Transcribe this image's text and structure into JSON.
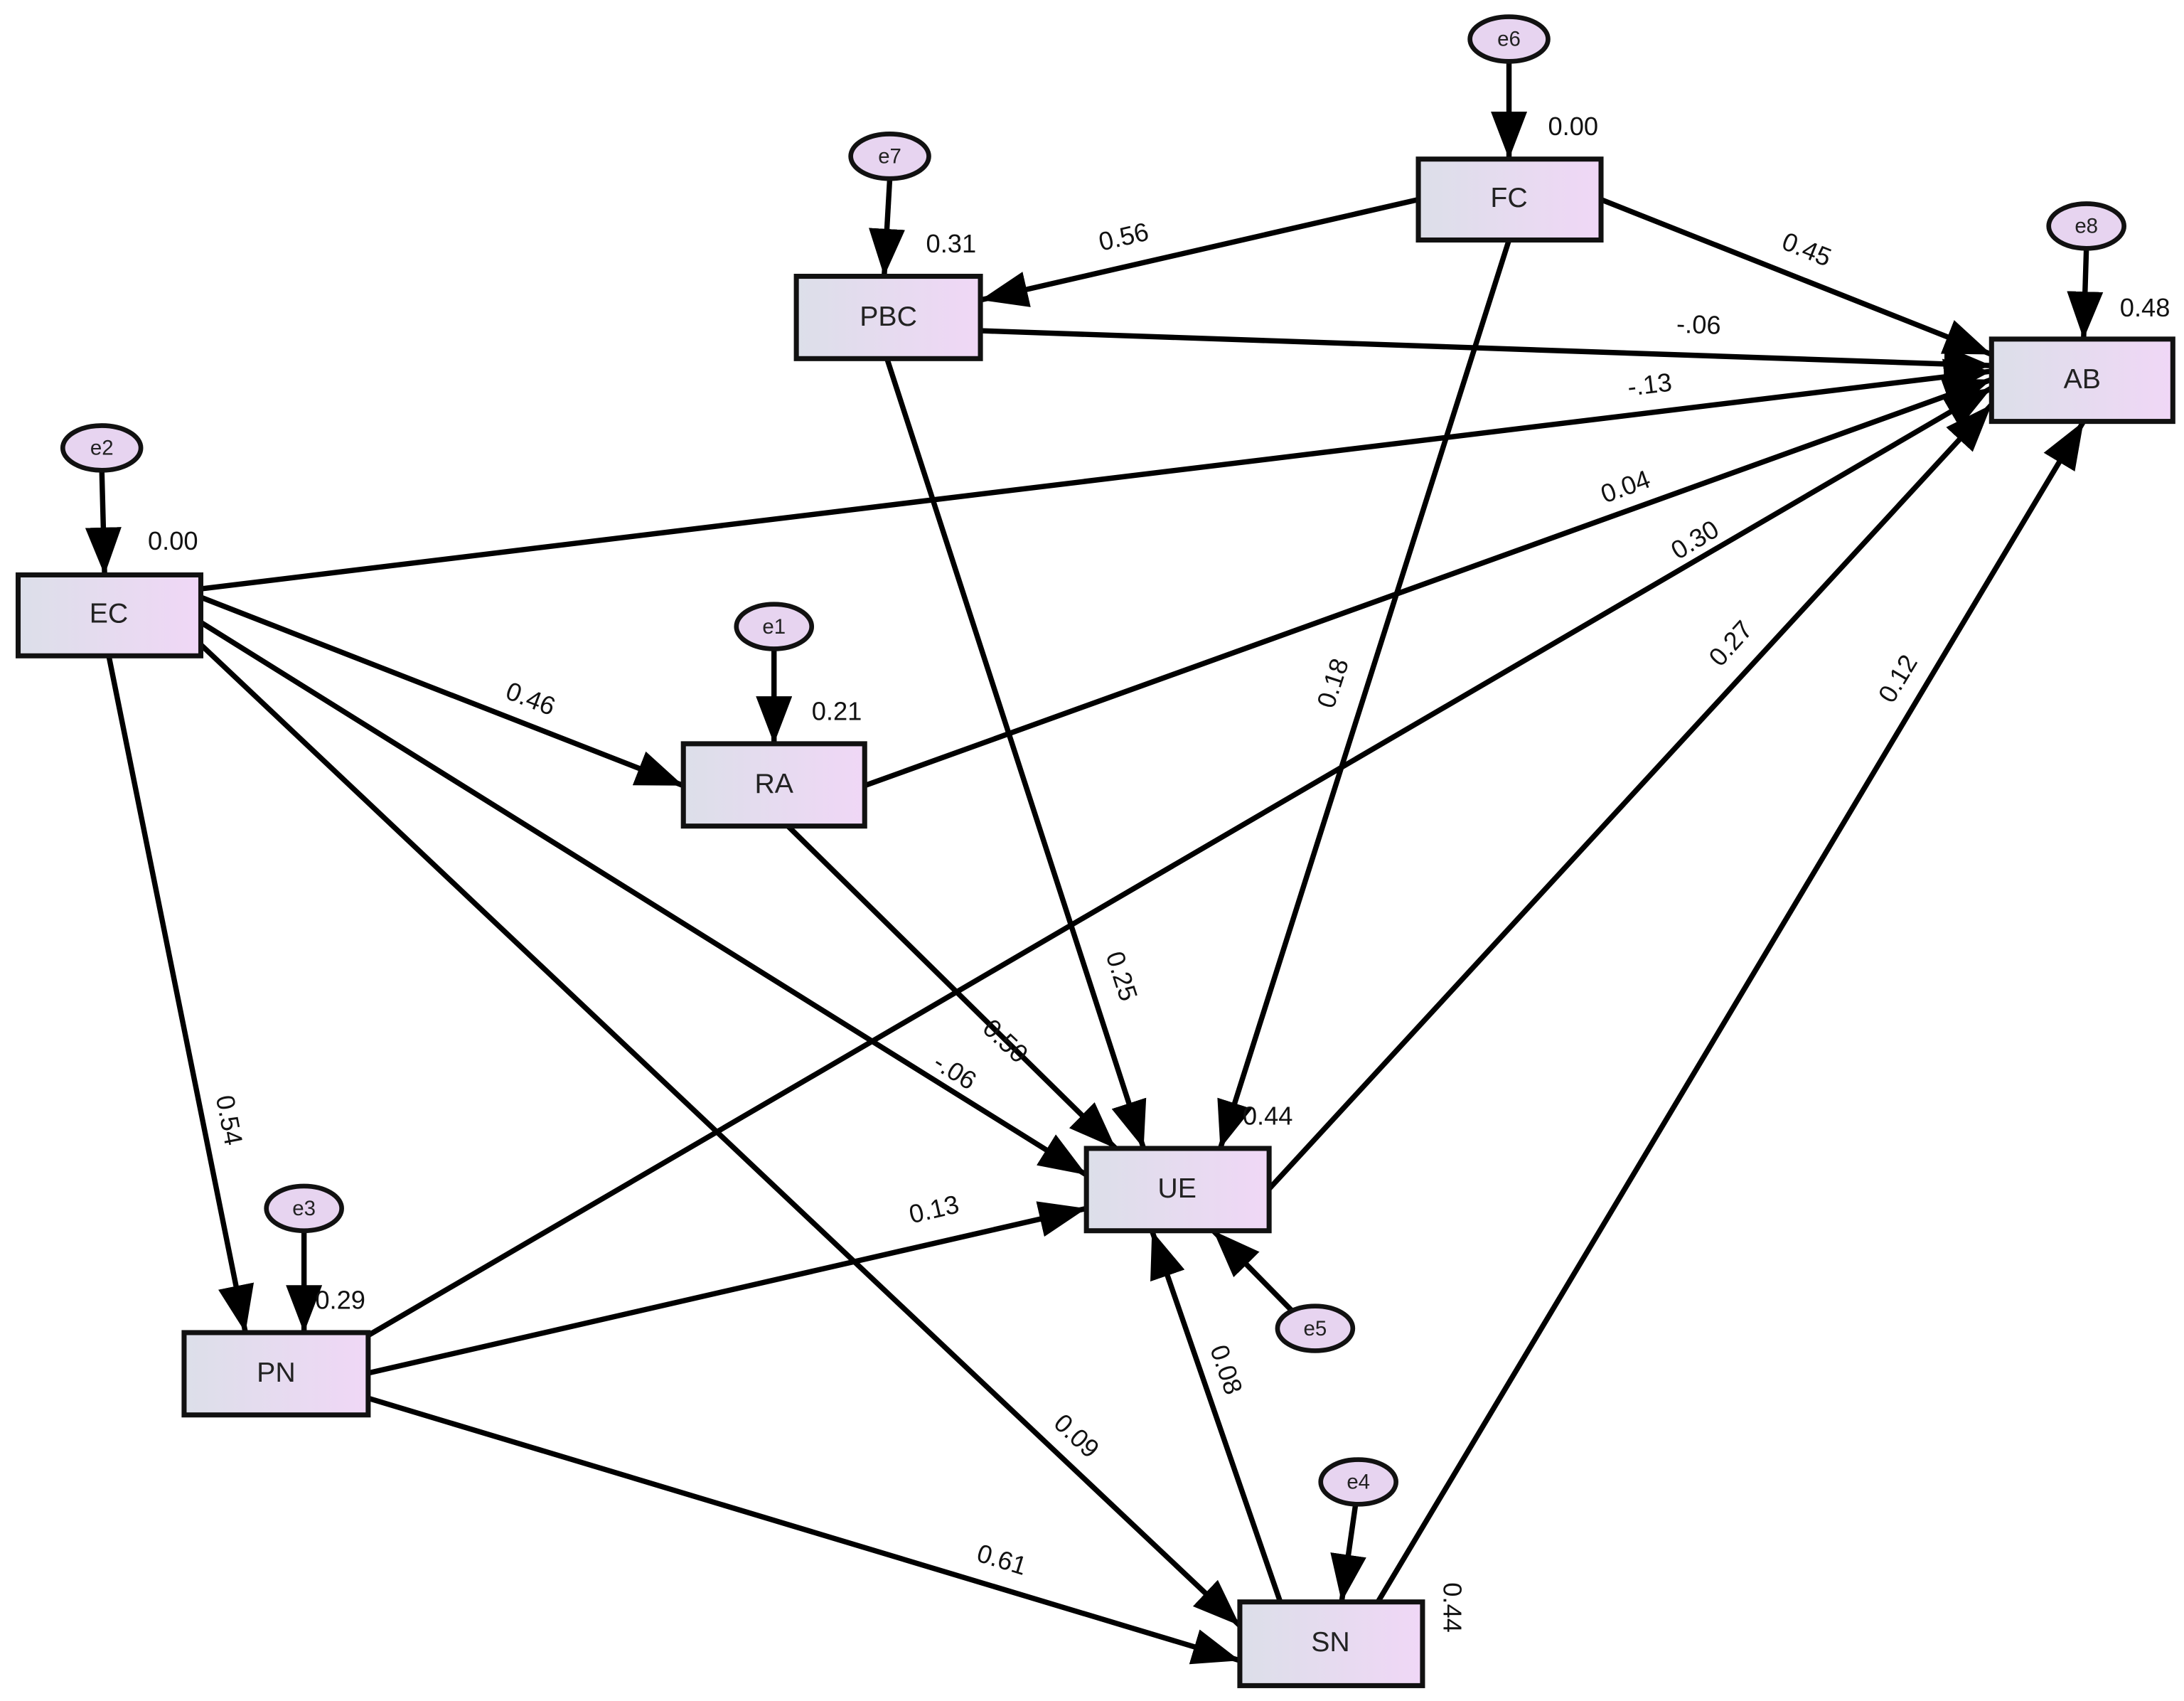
{
  "colors": {
    "background": "#ffffff",
    "stroke": "#000000",
    "node_fill_left": "#dcdfe9",
    "node_fill_right": "#f0d7f6",
    "error_fill": "#e7d4f0"
  },
  "nodes": {
    "FC": {
      "label": "FC",
      "r2": "0.00",
      "error": "e6"
    },
    "PBC": {
      "label": "PBC",
      "r2": "0.31",
      "error": "e7"
    },
    "AB": {
      "label": "AB",
      "r2": "0.48",
      "error": "e8"
    },
    "EC": {
      "label": "EC",
      "r2": "0.00",
      "error": "e2"
    },
    "RA": {
      "label": "RA",
      "r2": "0.21",
      "error": "e1"
    },
    "UE": {
      "label": "UE",
      "r2": "0.44",
      "error": "e5"
    },
    "PN": {
      "label": "PN",
      "r2": "0.29",
      "error": "e3"
    },
    "SN": {
      "label": "SN",
      "r2": "0.44",
      "error": "e4"
    }
  },
  "paths": {
    "FC-PBC": "0.56",
    "FC-AB": "0.45",
    "FC-UE": "0.18",
    "PBC-AB": "-.06",
    "PBC-UE": "0.25",
    "EC-AB": "-.13",
    "EC-RA": "0.46",
    "EC-PN": "0.54",
    "EC-UE": "-.06",
    "EC-SN": "0.09",
    "RA-AB": "0.04",
    "RA-UE": "0.50",
    "PN-AB": "0.30",
    "PN-UE": "0.13",
    "PN-SN": "0.61",
    "UE-AB": "0.27",
    "SN-AB": "0.12",
    "SN-UE": "0.08"
  }
}
